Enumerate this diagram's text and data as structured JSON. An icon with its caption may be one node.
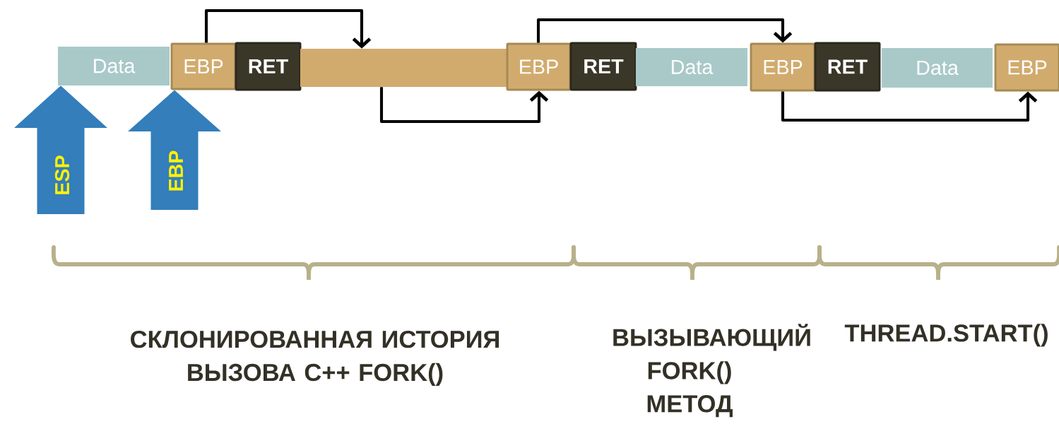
{
  "diagram": {
    "nodes": [
      {
        "text": [
          "Data"
        ]
      },
      {
        "text": [
          "EBP"
        ]
      },
      {
        "text": [
          "RET"
        ]
      },
      {
        "text": [],
        "shape": "bar"
      },
      {
        "text": [
          "EBP"
        ]
      },
      {
        "text": [
          "RET"
        ]
      },
      {
        "text": [
          "Data"
        ]
      },
      {
        "text": [
          "EBP"
        ]
      },
      {
        "text": [
          "RET"
        ]
      },
      {
        "text": [
          "Data"
        ]
      },
      {
        "text": [
          "EBP"
        ]
      }
    ],
    "edges": [
      {
        "from": 1,
        "to": 3,
        "arrow": "to"
      },
      {
        "from": 3,
        "to": 4,
        "arrow": "to"
      },
      {
        "from": 4,
        "to": 7,
        "arrow": "to"
      },
      {
        "from": 7,
        "to": 10,
        "arrow": "to"
      },
      {
        "from": null,
        "to": 0,
        "arrow": "to",
        "label": "ESP",
        "style": "thick",
        "color": "#337ebb"
      },
      {
        "from": null,
        "to": 1,
        "arrow": "to",
        "label": "EBP",
        "style": "thick",
        "color": "#337ebb"
      }
    ],
    "labels": [
      "СКЛОНИРОВАННАЯ ИСТОРИЯ ВЫЗОВА C++ FORK()",
      "ВЫЗЫВАЮЩИЙ FORK() МЕТОД",
      "THREAD.START()"
    ]
  }
}
